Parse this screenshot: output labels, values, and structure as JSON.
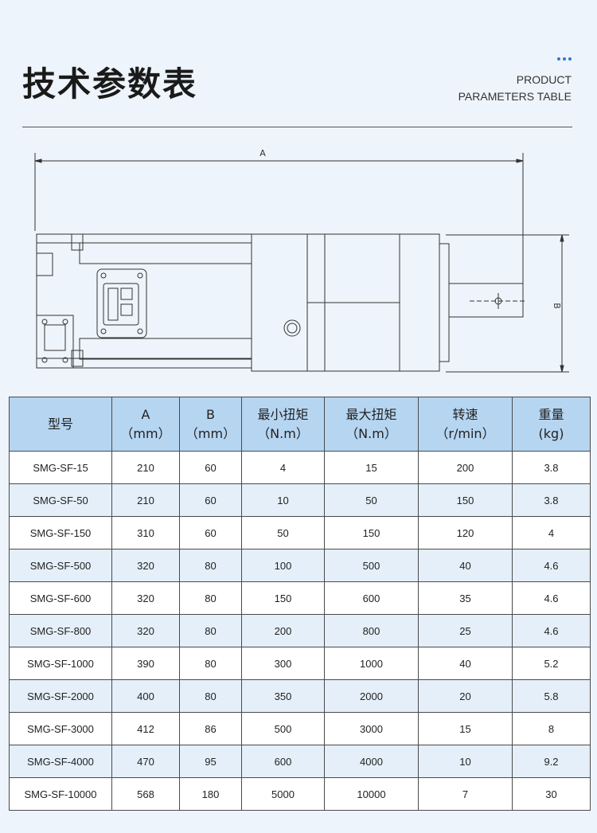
{
  "header": {
    "title": "技术参数表",
    "subtitle_line1": "PRODUCT",
    "subtitle_line2": "PARAMETERS TABLE"
  },
  "drawing": {
    "dim_a_label": "A",
    "dim_b_label": "B"
  },
  "table": {
    "columns": [
      {
        "name": "型号",
        "unit": ""
      },
      {
        "name": "A",
        "unit": "（mm）"
      },
      {
        "name": "B",
        "unit": "（mm）"
      },
      {
        "name": "最小扭矩",
        "unit": "（N.m）"
      },
      {
        "name": "最大扭矩",
        "unit": "（N.m）"
      },
      {
        "name": "转速",
        "unit": "（r/min）"
      },
      {
        "name": "重量",
        "unit": "(kg)"
      }
    ],
    "rows": [
      [
        "SMG-SF-15",
        "210",
        "60",
        "4",
        "15",
        "200",
        "3.8"
      ],
      [
        "SMG-SF-50",
        "210",
        "60",
        "10",
        "50",
        "150",
        "3.8"
      ],
      [
        "SMG-SF-150",
        "310",
        "60",
        "50",
        "150",
        "120",
        "4"
      ],
      [
        "SMG-SF-500",
        "320",
        "80",
        "100",
        "500",
        "40",
        "4.6"
      ],
      [
        "SMG-SF-600",
        "320",
        "80",
        "150",
        "600",
        "35",
        "4.6"
      ],
      [
        "SMG-SF-800",
        "320",
        "80",
        "200",
        "800",
        "25",
        "4.6"
      ],
      [
        "SMG-SF-1000",
        "390",
        "80",
        "300",
        "1000",
        "40",
        "5.2"
      ],
      [
        "SMG-SF-2000",
        "400",
        "80",
        "350",
        "2000",
        "20",
        "5.8"
      ],
      [
        "SMG-SF-3000",
        "412",
        "86",
        "500",
        "3000",
        "15",
        "8"
      ],
      [
        "SMG-SF-4000",
        "470",
        "95",
        "600",
        "4000",
        "10",
        "9.2"
      ],
      [
        "SMG-SF-10000",
        "568",
        "180",
        "5000",
        "10000",
        "7",
        "30"
      ]
    ]
  }
}
